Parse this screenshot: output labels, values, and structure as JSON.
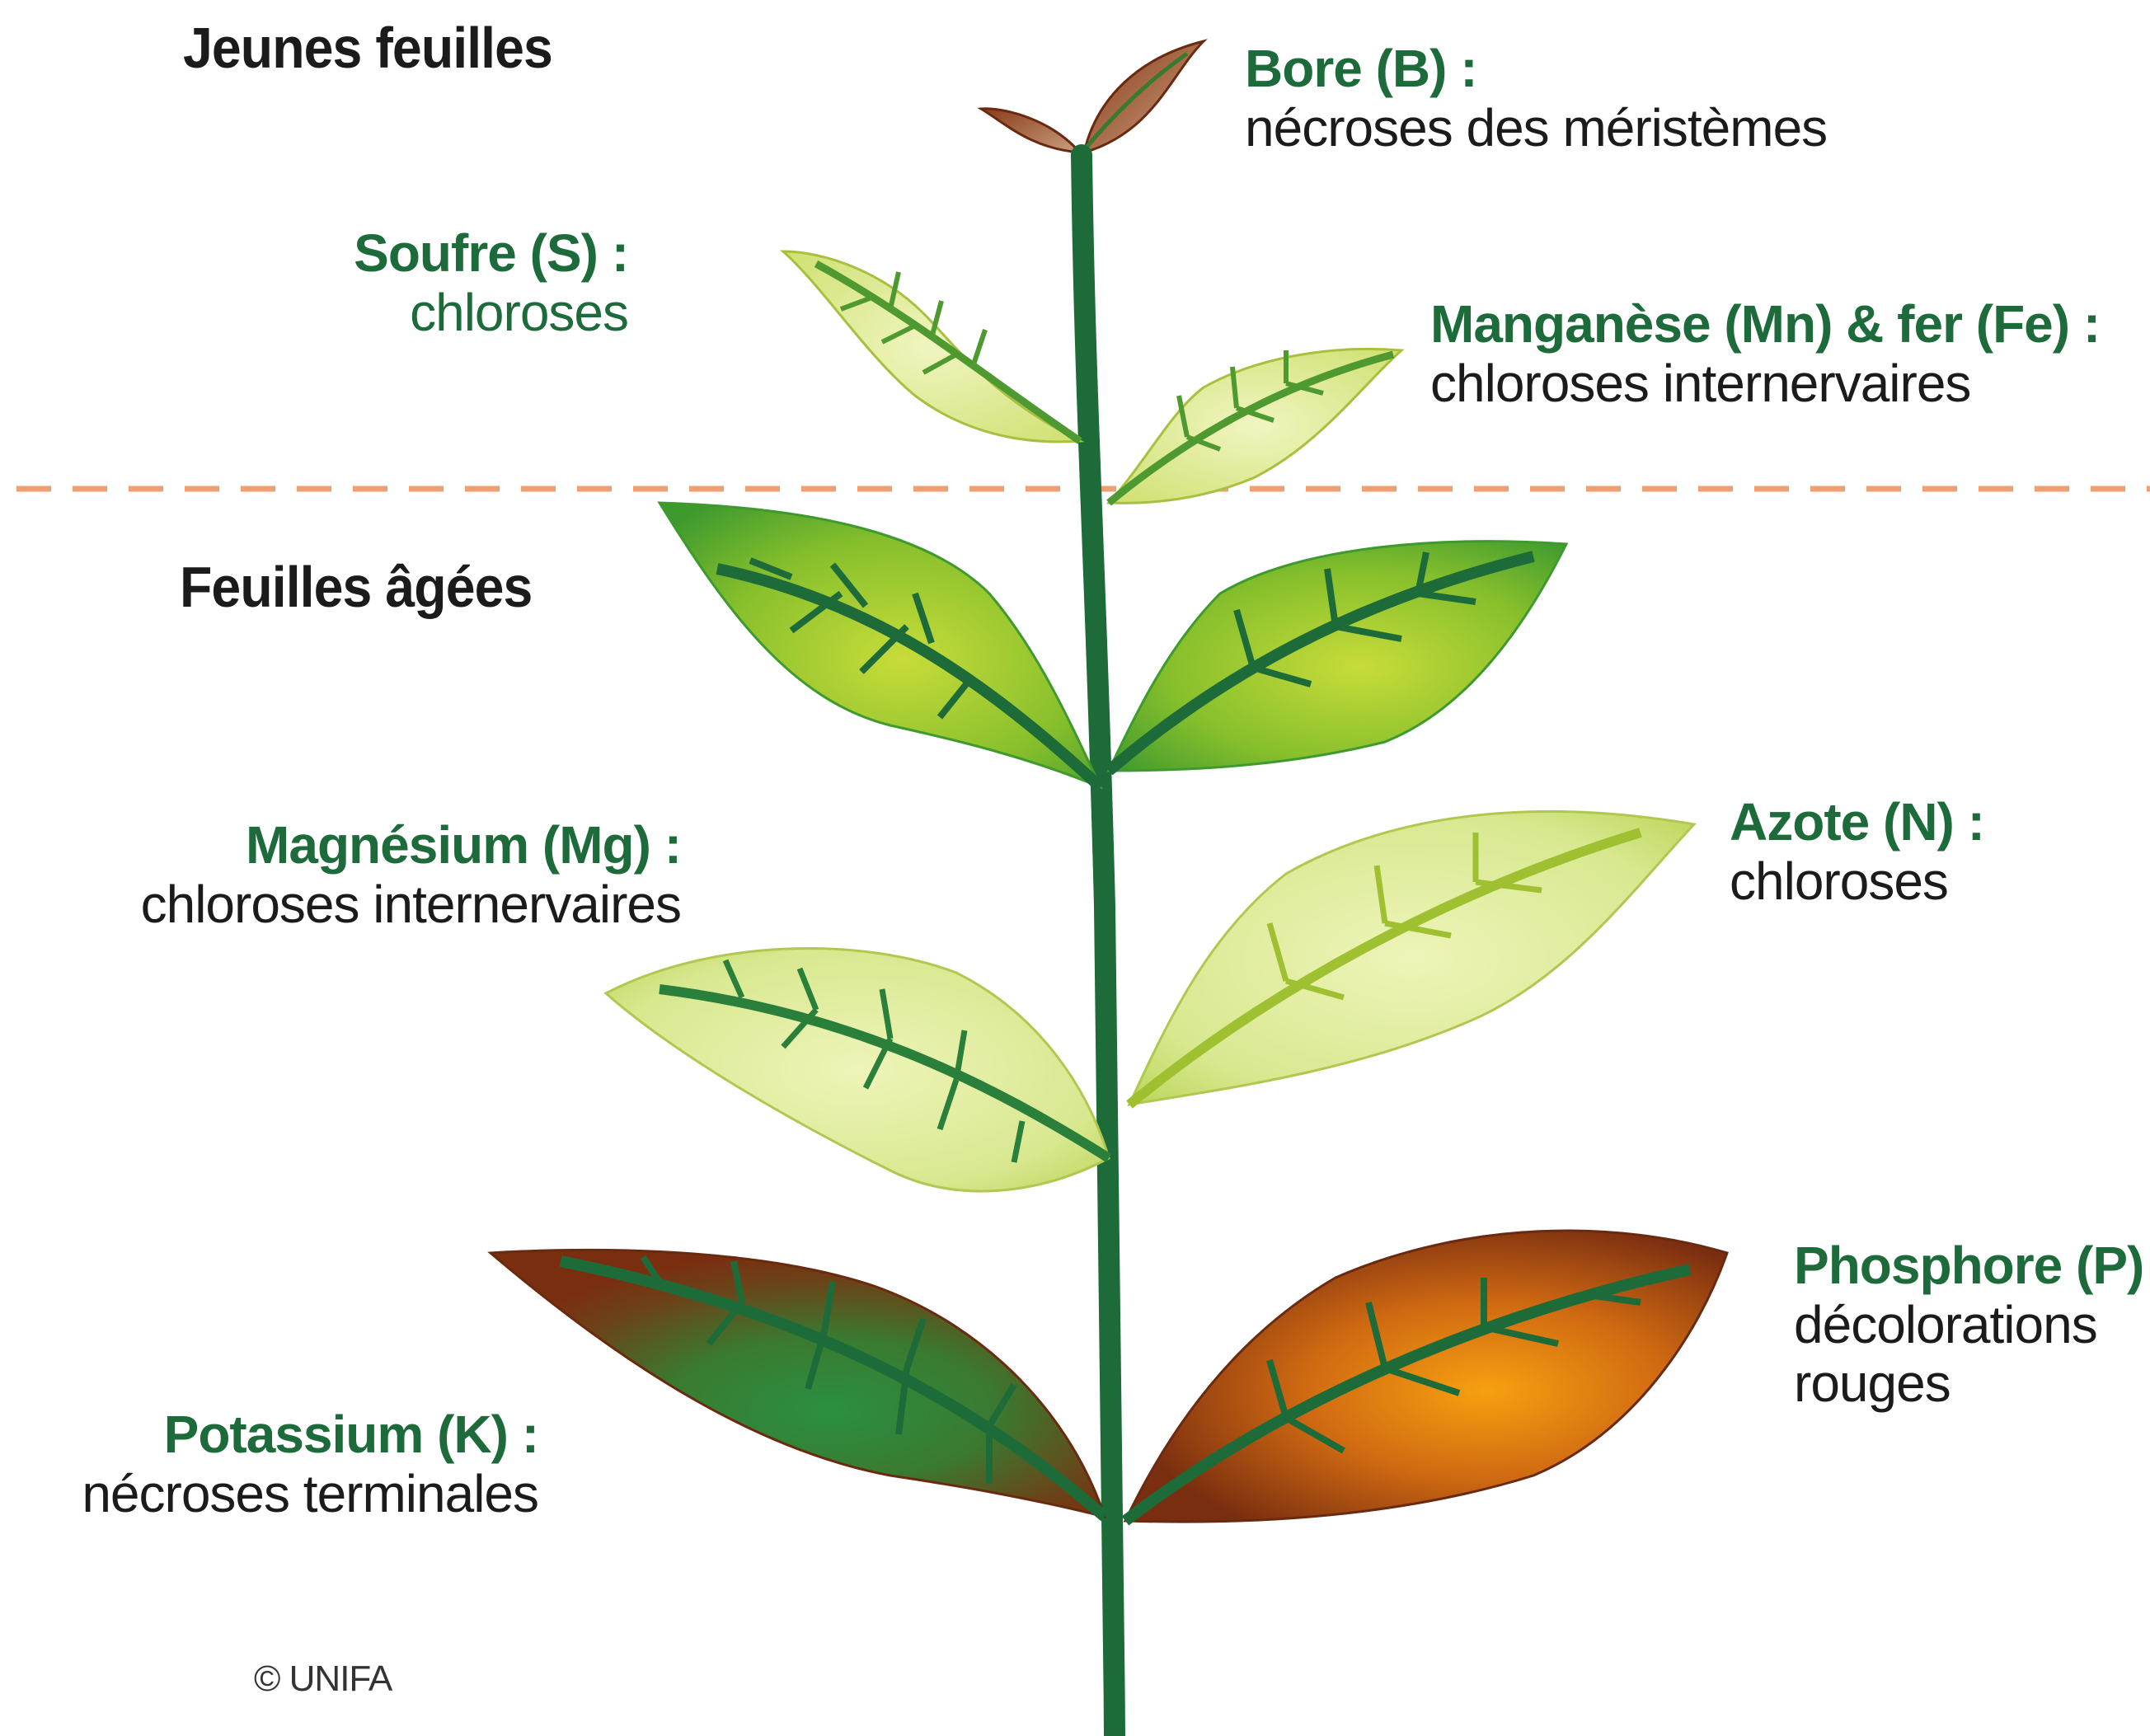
{
  "sections": {
    "young": "Jeunes feuilles",
    "old": "Feuilles âgées"
  },
  "labels": {
    "bore": {
      "element": "Bore (B) :",
      "symptom": "nécroses des méristèmes"
    },
    "soufre": {
      "element": "Soufre (S) :",
      "symptom": "chloroses"
    },
    "manganese": {
      "element": "Manganèse (Mn) & fer (Fe) :",
      "symptom": "chloroses internervaires"
    },
    "magnesium": {
      "element": "Magnésium (Mg) :",
      "symptom": "chloroses internervaires"
    },
    "azote": {
      "element": "Azote (N) :",
      "symptom": "chloroses"
    },
    "phosphore": {
      "element": "Phosphore (P) :",
      "symptom_line1": "décolorations",
      "symptom_line2": "rouges"
    },
    "potassium": {
      "element": "Potassium (K) :",
      "symptom": "nécroses terminales"
    }
  },
  "copyright": "© UNIFA",
  "colors": {
    "divider": "#f0a070",
    "stem": "#1e6b3a",
    "label_green": "#1d6b3a",
    "leaf_dark_green": "#6fb02a",
    "leaf_pale": "#d8e890",
    "leaf_brown": "#7a2e10",
    "leaf_orange": "#f08a10"
  }
}
